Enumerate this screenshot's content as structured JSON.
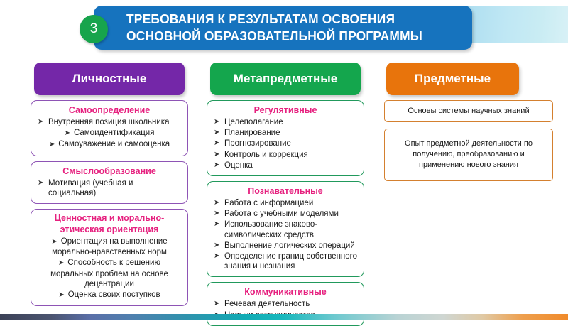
{
  "header": {
    "badge_number": "3",
    "title_line1": "ТРЕБОВАНИЯ К РЕЗУЛЬТАТАМ ОСВОЕНИЯ",
    "title_line2": "ОСНОВНОЙ ОБРАЗОВАТЕЛЬНОЙ ПРОГРАММЫ",
    "bar_color": "#1673be",
    "badge_color": "#17a44c"
  },
  "columns": {
    "personal": {
      "header": "Личностные",
      "color": "#7427a8",
      "cards": [
        {
          "title": "Самоопределение",
          "items": [
            "Внутренняя позиция школьника",
            "Самоидентификация",
            "Самоуважение и самооценка"
          ]
        },
        {
          "title": "Смыслообразование",
          "items": [
            "Мотивация (учебная и социальная)"
          ]
        },
        {
          "title": "Ценностная и морально-\nэтическая ориентация",
          "title_line1": "Ценностная и морально-",
          "title_line2": "этическая ориентация",
          "items": [
            "Ориентация на выполнение морально-нравственных норм",
            "Способность к решению моральных проблем на основе децентрации",
            "Оценка своих поступков"
          ]
        }
      ]
    },
    "meta": {
      "header": "Метапредметные",
      "color": "#14a64d",
      "cards": [
        {
          "title": "Регулятивные",
          "items": [
            "Целеполагание",
            "Планирование",
            "Прогнозирование",
            "Контроль и коррекция",
            "Оценка"
          ]
        },
        {
          "title": "Познавательные",
          "items": [
            "Работа с информацией",
            "Работа с учебными моделями",
            "Использование знаково-символических средств",
            "Выполнение логических операций",
            "Определение границ собственного знания и незнания"
          ]
        },
        {
          "title": "Коммуникативные",
          "items": [
            "Речевая деятельность",
            "Навыки сотрудничества"
          ]
        }
      ]
    },
    "subject": {
      "header": "Предметные",
      "color": "#e8740c",
      "cards": [
        {
          "text": "Основы системы научных знаний"
        },
        {
          "text": "Опыт предметной деятельности по получению, преобразованию и применению нового знания"
        }
      ]
    }
  },
  "icons": {
    "bullet": "➤"
  }
}
